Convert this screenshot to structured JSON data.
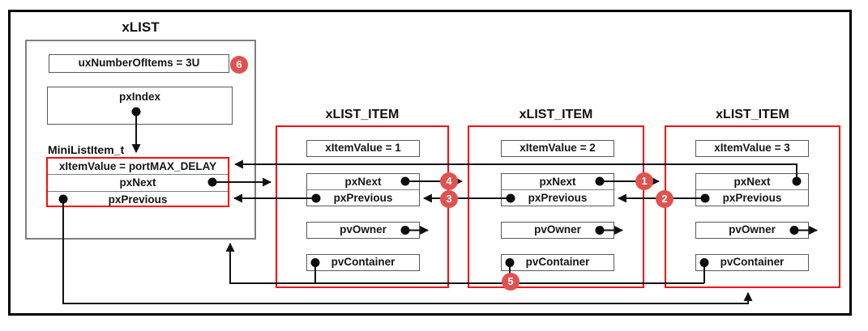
{
  "list": {
    "title": "xLIST",
    "num_items_field": "uxNumberOfItems = 3U",
    "index_field": "pxIndex",
    "mini_label": "MiniListItem_t",
    "mini_rows": {
      "value": "xItemValue = portMAX_DELAY",
      "next": "pxNext",
      "prev": "pxPrevious"
    }
  },
  "items": [
    {
      "title": "xLIST_ITEM",
      "value_field": "xItemValue = 1",
      "next": "pxNext",
      "prev": "pxPrevious",
      "owner": "pvOwner",
      "container": "pvContainer"
    },
    {
      "title": "xLIST_ITEM",
      "value_field": "xItemValue = 2",
      "next": "pxNext",
      "prev": "pxPrevious",
      "owner": "pvOwner",
      "container": "pvContainer"
    },
    {
      "title": "xLIST_ITEM",
      "value_field": "xItemValue = 3",
      "next": "pxNext",
      "prev": "pxPrevious",
      "owner": "pvOwner",
      "container": "pvContainer"
    }
  ],
  "markers": {
    "m1": "1",
    "m2": "2",
    "m3": "3",
    "m4": "4",
    "m5": "5",
    "m6": "6"
  },
  "colors": {
    "box_outline_red": "#fa0b0b",
    "marker_red": "#e0524e",
    "line_black": "#111111",
    "box_gray": "#7f7f7f",
    "inner_box_gray": "#595959",
    "background": "#ffffff"
  }
}
